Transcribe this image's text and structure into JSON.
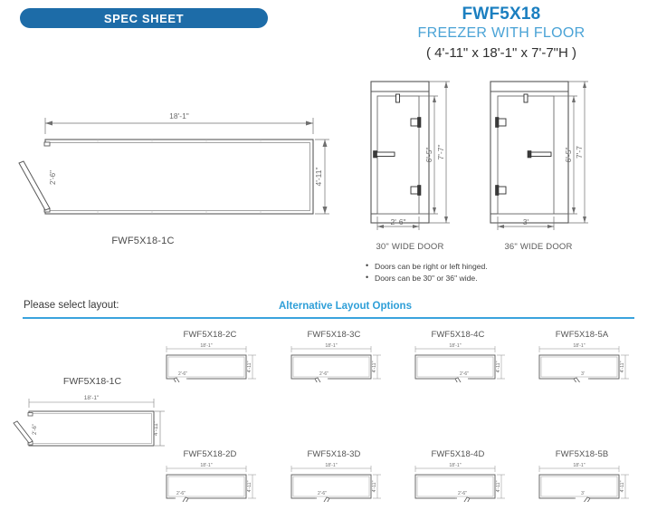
{
  "header": {
    "spec_sheet_label": "SPEC SHEET",
    "pill_color": "#1d6ca8",
    "model_code": "FWF5X18",
    "model_description": "FREEZER WITH FLOOR",
    "model_dimensions": "( 4'-11\" x 18'-1\" x 7'-7\"H )",
    "code_color": "#1b7fc0",
    "desc_color": "#4aa3d6"
  },
  "plan_drawing": {
    "caption": "FWF5X18-1C",
    "length_label": "18'-1\"",
    "depth_label": "4'-11\"",
    "door_label": "2'-6\""
  },
  "elevations": [
    {
      "caption": "30\" WIDE DOOR",
      "width_label": "2'-6\"",
      "door_height_label": "6'-5\"",
      "overall_height_label": "7'-7\""
    },
    {
      "caption": "36\" WIDE DOOR",
      "width_label": "3'",
      "door_height_label": "6'-5\"",
      "overall_height_label": "7'-7"
    }
  ],
  "notes": [
    "Doors can be right or left hinged.",
    "Doors can be 30\" or 36\" wide."
  ],
  "layout_section": {
    "select_label": "Please select layout:",
    "alternative_label": "Alternative Layout Options",
    "alternative_color": "#2f9fd8",
    "divider_color": "#3aa3dd"
  },
  "selected_layout": {
    "caption": "FWF5X18-1C",
    "length_label": "18'-1\"",
    "depth_label": "4'-11\"",
    "door_label": "2'-6\""
  },
  "alternatives": [
    {
      "caption": "FWF5X18-2C",
      "length_label": "18'-1\"",
      "depth_label": "4'-11\"",
      "door_label": "2'-6\"",
      "door_pos": 0.1,
      "swing": "down-left",
      "row": 0,
      "col": 0
    },
    {
      "caption": "FWF5X18-3C",
      "length_label": "18'-1\"",
      "depth_label": "4'-11\"",
      "door_label": "2'-6\"",
      "door_pos": 0.3,
      "swing": "down-left",
      "row": 0,
      "col": 1
    },
    {
      "caption": "FWF5X18-4C",
      "length_label": "18'-1\"",
      "depth_label": "4'-11\"",
      "door_label": "2'-6\"",
      "door_pos": 0.5,
      "swing": "down-left",
      "row": 0,
      "col": 2
    },
    {
      "caption": "FWF5X18-5A",
      "length_label": "18'-1\"",
      "depth_label": "4'-11\"",
      "door_label": "3'",
      "door_pos": 0.5,
      "swing": "down-left",
      "row": 0,
      "col": 3
    },
    {
      "caption": "FWF5X18-2D",
      "length_label": "18'-1\"",
      "depth_label": "4'-11\"",
      "door_label": "2'-6\"",
      "door_pos": 0.1,
      "swing": "down-right",
      "row": 1,
      "col": 0
    },
    {
      "caption": "FWF5X18-3D",
      "length_label": "18'-1\"",
      "depth_label": "4'-11\"",
      "door_label": "2'-6\"",
      "door_pos": 0.3,
      "swing": "down-right",
      "row": 1,
      "col": 1
    },
    {
      "caption": "FWF5X18-4D",
      "length_label": "18'-1\"",
      "depth_label": "4'-11\"",
      "door_label": "2'-6\"",
      "door_pos": 0.5,
      "swing": "down-right",
      "row": 1,
      "col": 2
    },
    {
      "caption": "FWF5X18-5B",
      "length_label": "18'-1\"",
      "depth_label": "4'-11\"",
      "door_label": "3'",
      "door_pos": 0.5,
      "swing": "down-right",
      "row": 1,
      "col": 3
    }
  ]
}
